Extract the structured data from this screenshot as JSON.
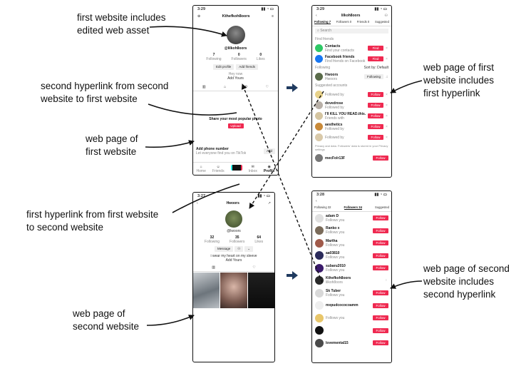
{
  "annotations": {
    "a1": [
      "first website includes",
      "edited web asset"
    ],
    "a2": [
      "second hyperlink from second",
      "website to first website"
    ],
    "a3": [
      "web page of",
      "first website"
    ],
    "a4": [
      "web page of first",
      "website includes",
      "first hyperlink"
    ],
    "a5": [
      "first hyperlink from first website",
      "to second website"
    ],
    "a6": [
      "web page of",
      "second website"
    ],
    "a7": [
      "web page of second",
      "website includes",
      "second hyperlink"
    ]
  },
  "colors": {
    "accent": "#ef2950",
    "line": "#111111",
    "arrow": "#1f3a5f"
  },
  "p1": {
    "time": "3:29",
    "username": "Kthefkoh8oors",
    "handle": "@lilkoh8oors",
    "stats": [
      {
        "n": "7",
        "l": "Following"
      },
      {
        "n": "0",
        "l": "Followers"
      },
      {
        "n": "0",
        "l": "Likes"
      }
    ],
    "edit_btn": "Edit profile",
    "add_btn": "Add friends",
    "bio1": "Hey now",
    "bio2": "Add Yours",
    "share": "Share your most popular photo",
    "upload": "Upload",
    "phone_title": "Add phone number",
    "phone_sub": "Let everyone find you on TikTok",
    "add": "Add",
    "nav": [
      "Home",
      "Friends",
      "",
      "Inbox",
      "Profile"
    ]
  },
  "p2": {
    "time": "3:29",
    "title": "lilkoh8oors",
    "tabs": [
      "Following 7",
      "Followers 0",
      "Friends 0",
      "Suggested"
    ],
    "search": "Search",
    "find": "Find friends",
    "contacts": "Contacts",
    "contacts_sub": "Find your contacts",
    "fb": "Facebook friends",
    "fb_sub": "Find friends on Facebook",
    "find_btn": "Find",
    "following": "Following",
    "sort": "Sort by: Default",
    "f_name": "Hwoors",
    "f_sub": "Hwoors",
    "following_btn": "Following",
    "suggested": "Suggested accounts",
    "sug": [
      {
        "n": "",
        "s": "Followed by"
      },
      {
        "n": "dovedrose",
        "s": "Followed by"
      },
      {
        "n": "I'll KILL YOU READ.this.l",
        "s": "Friends with"
      },
      {
        "n": "aesthetics",
        "s": "Followed by"
      },
      {
        "n": "",
        "s": "Followed by"
      }
    ],
    "follow": "Follow",
    "privacy": "Privacy and data. Followers' data is stored in your Privacy settings",
    "last": "mecFolr13F"
  },
  "p3": {
    "time": "3:27",
    "title": "Hwoors",
    "handle": "@lwoors",
    "stats": [
      {
        "n": "32",
        "l": "Following"
      },
      {
        "n": "35",
        "l": "Followers"
      },
      {
        "n": "64",
        "l": "Likes"
      }
    ],
    "msg": "Message",
    "bio1": "i wear my heart on my sleeve",
    "bio2": "Add Yours"
  },
  "p4": {
    "time": "3:28",
    "tabs": [
      "Following 32",
      "Followers 34",
      "Suggested"
    ],
    "rows": [
      {
        "n": "adam D",
        "s": "Follows you",
        "btn": "Follow"
      },
      {
        "n": "Ranko x",
        "s": "Follows you",
        "btn": "Follow"
      },
      {
        "n": "Martha",
        "s": "Follows you",
        "btn": "Follow"
      },
      {
        "n": "aa03810",
        "s": "Follows you",
        "btn": "Follow"
      },
      {
        "n": "subaru2010",
        "s": "Follows you",
        "btn": "Follow"
      },
      {
        "n": "Kthefkoh8oors",
        "s": "lilkoh8oors",
        "btn": ""
      },
      {
        "n": "Sk Tuber",
        "s": "Follows you",
        "btn": "Follow"
      },
      {
        "n": "mxpudcococoamm",
        "s": "",
        "btn": "Follow"
      },
      {
        "n": "",
        "s": "Follows you",
        "btn": "Follow"
      },
      {
        "n": "",
        "s": "",
        "btn": "Follow"
      },
      {
        "n": "lovemental15",
        "s": "",
        "btn": "Follow"
      }
    ]
  }
}
